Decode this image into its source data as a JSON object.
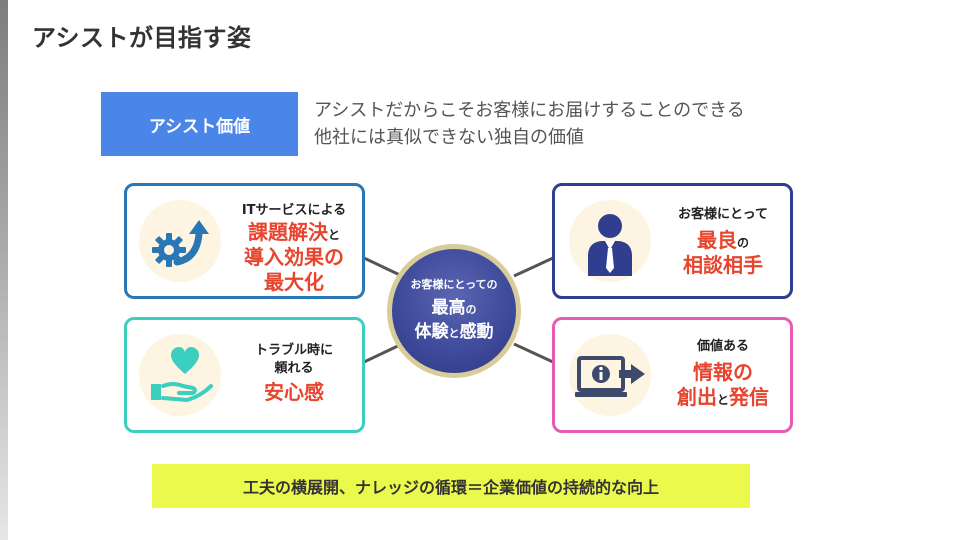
{
  "slide": {
    "title": "アシストが目指す姿",
    "tag_label": "アシスト価値",
    "description": [
      "アシストだからこそお客様にお届けすることのできる",
      "他社には真似できない独自の価値"
    ]
  },
  "cards": {
    "it": {
      "small": "ITサービスによる",
      "big1": "課題解決",
      "joiner": "と",
      "big2": "導入効果の",
      "big3": "最大化",
      "icon": "gear-arrow-up-icon"
    },
    "consult": {
      "small": "お客様にとって",
      "big1": "最良",
      "joiner": "の",
      "big2": "相談相手",
      "icon": "businessperson-icon"
    },
    "trouble": {
      "small1": "トラブル時に",
      "small2": "頼れる",
      "big": "安心感",
      "icon": "heart-hand-icon"
    },
    "info": {
      "small": "価値ある",
      "big1": "情報の",
      "big2a": "創出",
      "joiner": "と",
      "big2b": "発信",
      "icon": "info-monitor-arrow-icon"
    }
  },
  "hub": {
    "small": "お客様にとっての",
    "line1": "最高",
    "line1_suffix": "の",
    "line2a": "体験",
    "line2_joiner": "と",
    "line2b": "感動"
  },
  "footer": {
    "text": "工夫の横展開、ナレッジの循環＝企業価値の持続的な向上"
  },
  "colors": {
    "accent_blue": "#4a86e8",
    "highlight_red": "#e8452e",
    "hub_navy": "#3d4999",
    "footer_yellow": "#eaf94c"
  }
}
